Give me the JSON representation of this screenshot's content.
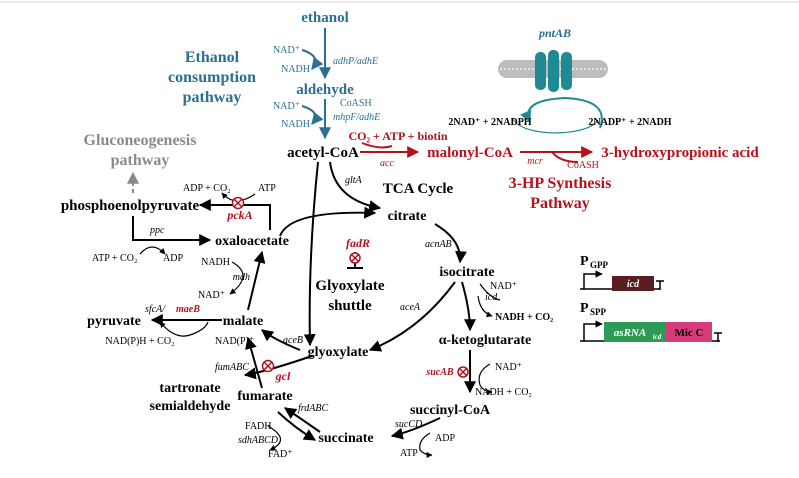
{
  "ethanol_pathway": {
    "title_1": "Ethanol",
    "title_2": "consumption",
    "title_3": "pathway",
    "ethanol": "ethanol",
    "aldehyde": "aldehyde",
    "nad_plus": "NAD⁺",
    "nadh": "NADH",
    "enzyme_1": "adhP/adhE",
    "nad_plus_2": "NAD⁺",
    "nadh_2": "NADH",
    "coash": "CoASH",
    "enzyme_2": "mhpF/adhE"
  },
  "gluconeogenesis": {
    "title_1": "Gluconeogenesis",
    "title_2": "pathway"
  },
  "hp_pathway": {
    "pntab": "pntAB",
    "cofactor_left": "2NAD⁺ + 2NADPH",
    "cofactor_right": "2NADP⁺ + 2NADH",
    "inputs": "CO₂ + ATP + biotin",
    "malonyl": "malonyl-CoA",
    "acc": "acc",
    "mcr": "mcr",
    "coash": "CoASH",
    "product": "3-hydroxypropionic acid",
    "title_1": "3-HP Synthesis",
    "title_2": "Pathway"
  },
  "core": {
    "acetyl_coa": "acetyl-CoA",
    "tca_title": "TCA Cycle",
    "glta": "gltA",
    "citrate": "citrate",
    "acnab": "acnAB",
    "isocitrate": "isocitrate",
    "fadr": "fadR",
    "glyoxylate_shunt_1": "Glyoxylate",
    "glyoxylate_shunt_2": "shuttle",
    "acea": "aceA",
    "icd": "icd",
    "nad_icd": "NAD⁺",
    "nadh_co2_icd": "NADH + CO₂",
    "akg": "α-ketoglutarate",
    "sucab": "sucAB",
    "nad_suc": "NAD⁺",
    "nadh_co2_suc": "NADH + CO₂",
    "succinyl": "succinyl-CoA",
    "succd": "sucCD",
    "adp": "ADP",
    "atp": "ATP",
    "succinate": "succinate",
    "frdabc": "frdABC",
    "fadh": "FADH",
    "sdh": "sdhABCD",
    "fad": "FAD⁺",
    "fumarate": "fumarate",
    "fumabc": "fumABC",
    "gcl": "gcl",
    "tartronate_1": "tartronate",
    "tartronate_2": "semialdehyde",
    "glyoxylate": "glyoxylate",
    "aceb": "aceB",
    "malate": "malate",
    "mdh": "mdh",
    "nadh_mdh": "NADH",
    "nad_mdh": "NAD⁺",
    "oxaloacetate": "oxaloacetate",
    "pep": "phosphoenolpyruvate",
    "adp_co2": "ADP + CO₂",
    "atp_pck": "ATP",
    "pcka": "pckA",
    "ppc": "ppc",
    "atp_co2_ppc": "ATP + CO₂",
    "adp_ppc": "ADP",
    "pyruvate": "pyruvate",
    "sfca_1": "sfcA/",
    "sfca_2": "maeB",
    "nadph_co2": "NAD(P)H + CO₂",
    "nadp": "NAD(P)⁺"
  },
  "constructs": {
    "p_gpp_1": "P",
    "p_gpp_sub": "GPP",
    "icd_gene": "icd",
    "p_spp_1": "P",
    "p_spp_sub": "SPP",
    "asrna": "asRNA",
    "asrna_sub": "icd",
    "micc": "Mic C"
  },
  "colors": {
    "red": "#b5121b",
    "blue": "#2a6f95",
    "grey": "#8a8a8a",
    "teal": "#1f8a94",
    "icd_box": "#5a1e22",
    "asrna_box": "#2e9a57",
    "micc_box": "#d63c79"
  }
}
